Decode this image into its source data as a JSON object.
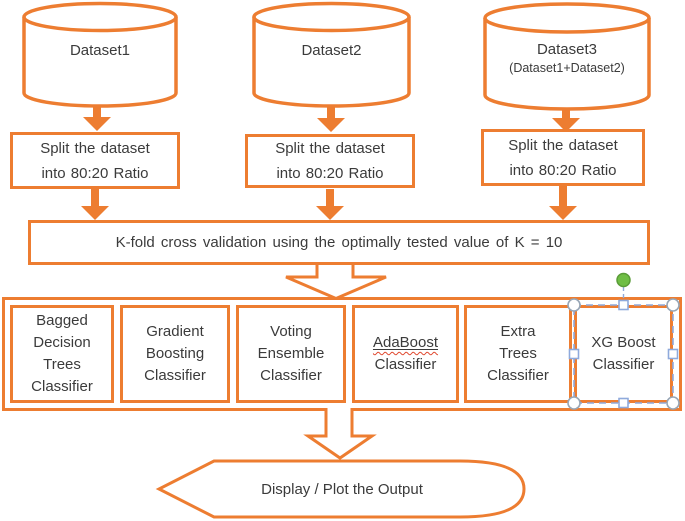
{
  "colors": {
    "accent_orange": "#ED7D31",
    "text": "#3B3B3B",
    "selection_blue": "#8FAADC",
    "rotate_handle_green": "#6FBE45",
    "spellcheck_red": "#E0472D"
  },
  "datasets": [
    {
      "label": "Dataset1"
    },
    {
      "label": "Dataset2"
    },
    {
      "label": "Dataset3",
      "sublabel": "(Dataset1+Dataset2)"
    }
  ],
  "split_steps": [
    {
      "lines": [
        "Split the dataset",
        "into 80:20 Ratio"
      ]
    },
    {
      "lines": [
        "Split the dataset",
        "into 80:20 Ratio"
      ]
    },
    {
      "lines": [
        "Split the dataset",
        "into 80:20 Ratio"
      ]
    }
  ],
  "kfold": {
    "label": "K-fold cross validation using the optimally tested value of K = 10"
  },
  "classifiers": [
    {
      "lines": [
        "Bagged",
        "Decision",
        "Trees",
        "Classifier"
      ]
    },
    {
      "lines": [
        "Gradient",
        "Boosting",
        "Classifier"
      ]
    },
    {
      "lines": [
        "Voting",
        "Ensemble",
        "Classifier"
      ]
    },
    {
      "lines": [
        "AdaBoost",
        "Classifier"
      ],
      "spellcheck_flagged": "AdaBoost"
    },
    {
      "lines": [
        "Extra",
        "Trees",
        "Classifier"
      ]
    },
    {
      "lines": [
        "XG Boost",
        "Classifier"
      ],
      "selected": true
    }
  ],
  "selection": {
    "selected_shape": "XG Boost Classifier"
  },
  "output": {
    "label": "Display / Plot the Output"
  }
}
